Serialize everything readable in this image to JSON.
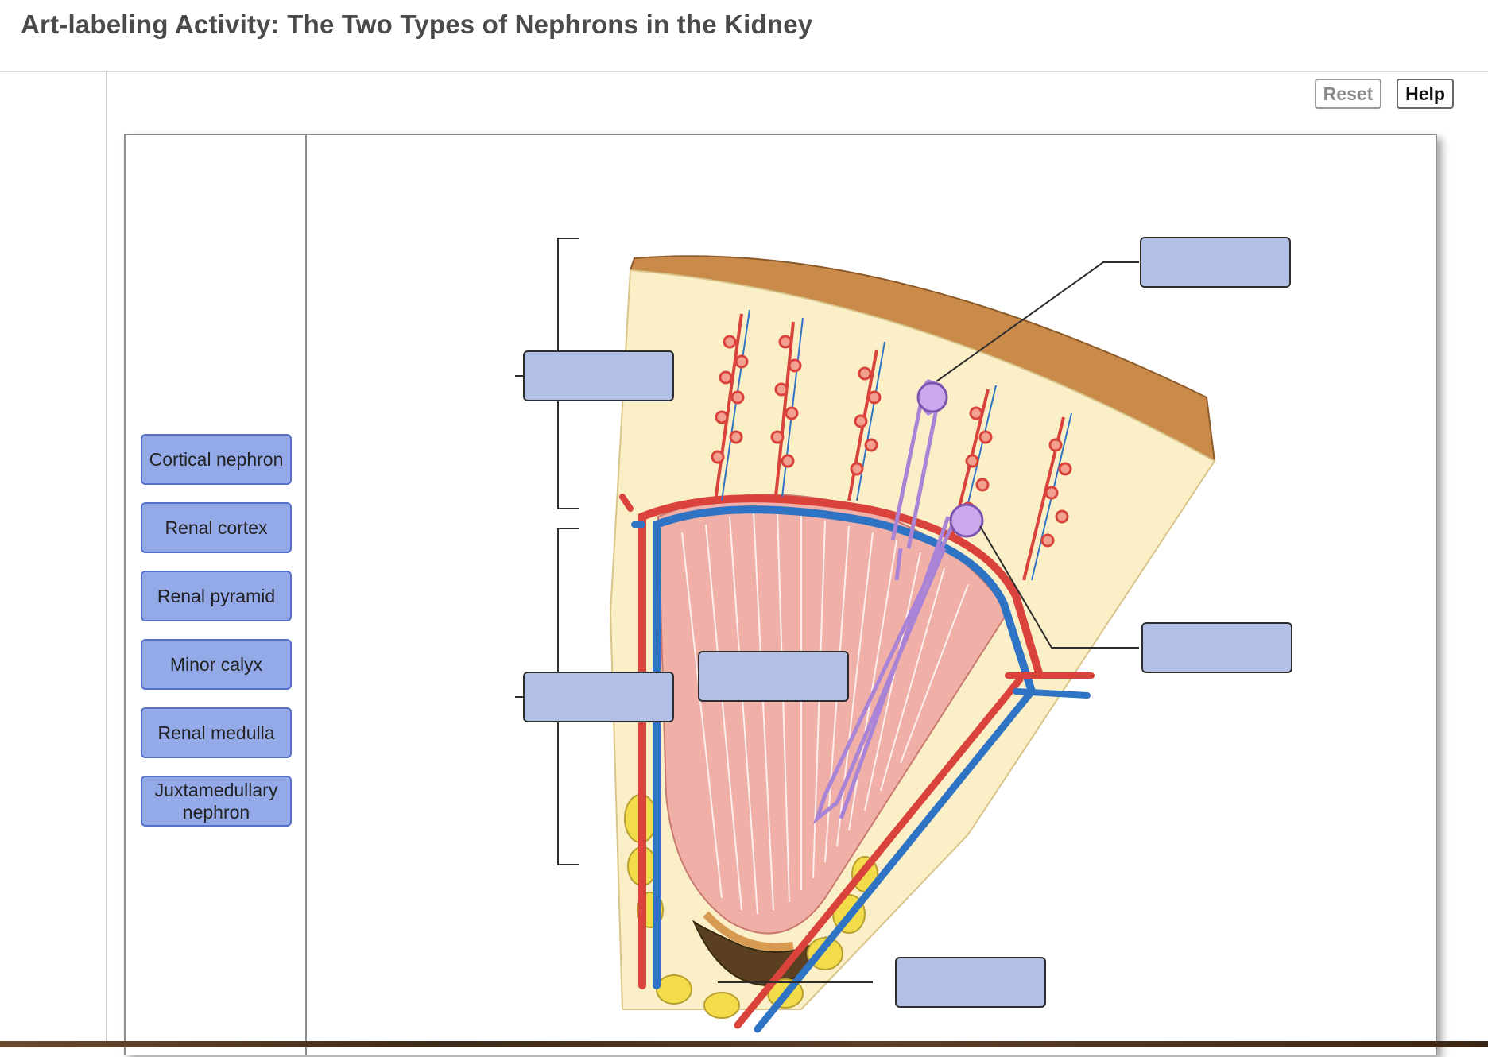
{
  "title": "Art-labeling Activity: The Two Types of Nephrons in the Kidney",
  "toolbar": {
    "reset_label": "Reset",
    "help_label": "Help"
  },
  "label_bank": [
    "Cortical nephron",
    "Renal cortex",
    "Renal pyramid",
    "Minor calyx",
    "Renal medulla",
    "Juxtamedullary nephron"
  ],
  "targets": [
    "",
    "",
    "",
    "",
    "",
    ""
  ],
  "colors": {
    "chip_fill": "#93a9e8",
    "target_fill": "#b3c0e6",
    "capsule": "#c98a4a",
    "cortex": "#fbefc8",
    "pyramid": "#f0b0a8",
    "artery": "#d9433b",
    "vein": "#2f73c4",
    "nephron": "#a883d6",
    "fat": "#f3dc4a"
  }
}
